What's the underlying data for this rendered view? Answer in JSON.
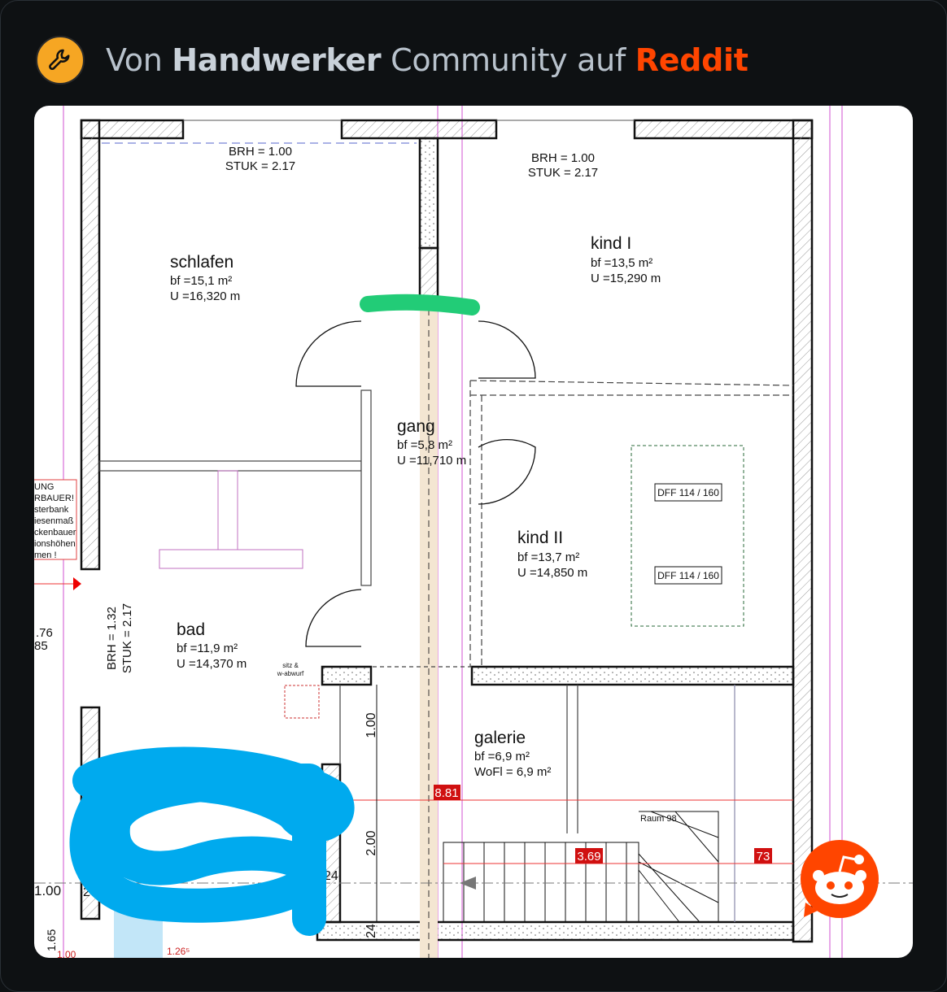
{
  "header": {
    "prefix": "Von",
    "community": "Handwerker",
    "middle": "Community auf",
    "platform": "Reddit",
    "icon": "wrench-icon"
  },
  "plan": {
    "rooms": [
      {
        "name": "schlafen",
        "bf": "bf =15,1 m²",
        "u": "U =16,320 m"
      },
      {
        "name": "kind I",
        "bf": "bf =13,5 m²",
        "u": "U =15,290 m"
      },
      {
        "name": "gang",
        "bf": "bf =5,8 m²",
        "u": "U =11,710 m"
      },
      {
        "name": "kind II",
        "bf": "bf =13,7 m²",
        "u": "U =14,850 m"
      },
      {
        "name": "bad",
        "bf": "bf =11,9 m²",
        "u": "U =14,370 m"
      },
      {
        "name": "galerie",
        "bf": "bf =6,9 m²",
        "u": "WoFl = 6,9 m²"
      }
    ],
    "window_left": {
      "brh": "BRH = 1.00",
      "stuk": "STUK = 2.17"
    },
    "window_right": {
      "brh": "BRH = 1.00",
      "stuk": "STUK = 2.17"
    },
    "window_bad": {
      "brh": "BRH = 1.32",
      "stuk": "STUK = 2.17"
    },
    "roof_windows": [
      "DFF 114 / 160",
      "DFF 114 / 160"
    ],
    "note_lines": [
      "UNG",
      "RBAUER!",
      "sterbank",
      "iesenmaß",
      "ckenbauer",
      "ionshöhen",
      "men !"
    ],
    "sitz_label": [
      "sitz &",
      "w-abwurf"
    ],
    "stair_label": "Raum 98",
    "dimensions": {
      "d881": "8.81",
      "d369": "3.69",
      "d73": "73",
      "d100": "1.00",
      "d200": "2.00",
      "d24a": "24",
      "d24b": "24",
      "d24c": "24",
      "left100": "1.00",
      "left176": ".76",
      "left85": "85",
      "left165": "1.65",
      "red100": "1.00",
      "red126": "1.26⁵"
    }
  },
  "colors": {
    "accent": "#ff4500",
    "sub_icon": "#f6a623",
    "highlight": "#22cc77",
    "scribble": "#00aaee"
  }
}
